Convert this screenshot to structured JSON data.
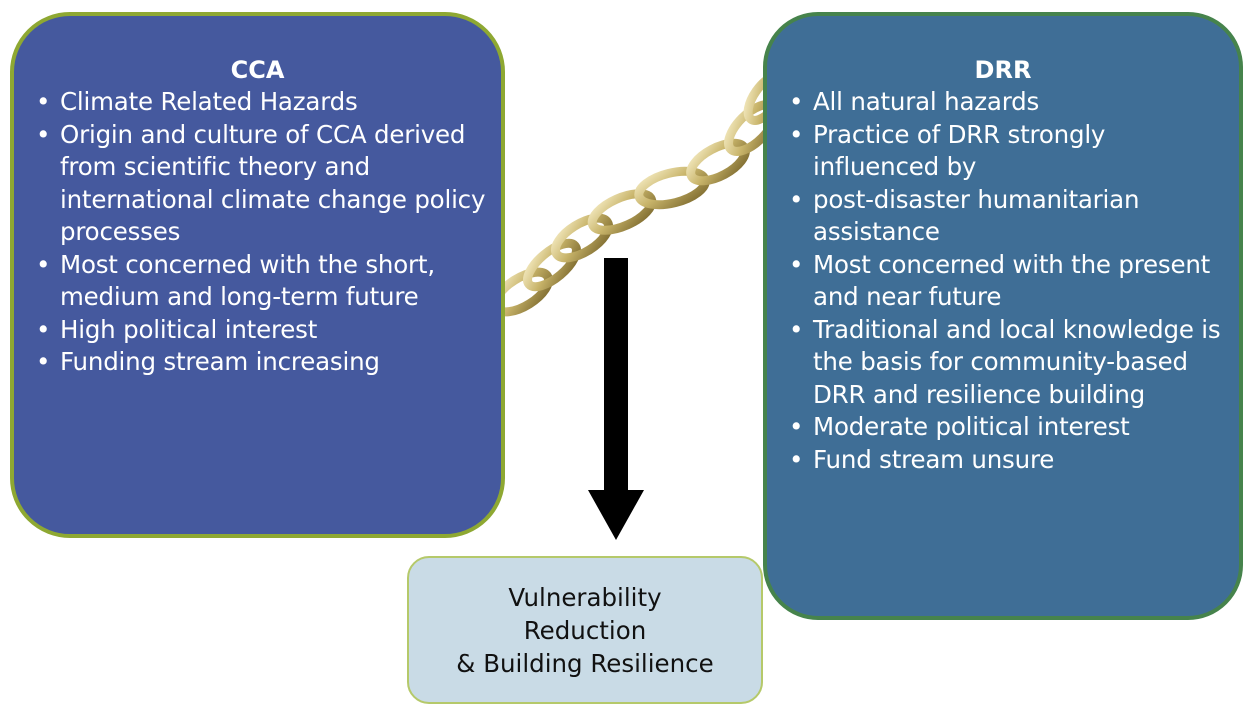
{
  "cca": {
    "title": "CCA",
    "items": [
      "Climate Related Hazards",
      "Origin and culture of CCA derived from scientific theory and international climate change policy processes",
      "Most concerned with the short, medium and long-term future",
      "High political interest",
      "Funding stream increasing"
    ]
  },
  "drr": {
    "title": "DRR",
    "items": [
      "All natural hazards",
      "Practice of DRR strongly influenced by",
      "post-disaster humanitarian assistance",
      "Most concerned with the present and near future",
      "Traditional and local knowledge is the basis for community-based DRR and resilience building",
      "Moderate political interest",
      "Fund stream unsure"
    ]
  },
  "result": {
    "line1": "Vulnerability",
    "line2": "Reduction",
    "line3": "& Building Resilience"
  },
  "colors": {
    "cca_fill": "#45599e",
    "cca_border": "#8ea832",
    "drr_fill": "#3f6e96",
    "drr_border": "#46834c",
    "result_fill": "#c9dbe6",
    "chain": "#c8b46a",
    "arrow": "#000000"
  },
  "icons": {
    "chain": "chain-link-icon",
    "arrow": "down-arrow-icon"
  }
}
